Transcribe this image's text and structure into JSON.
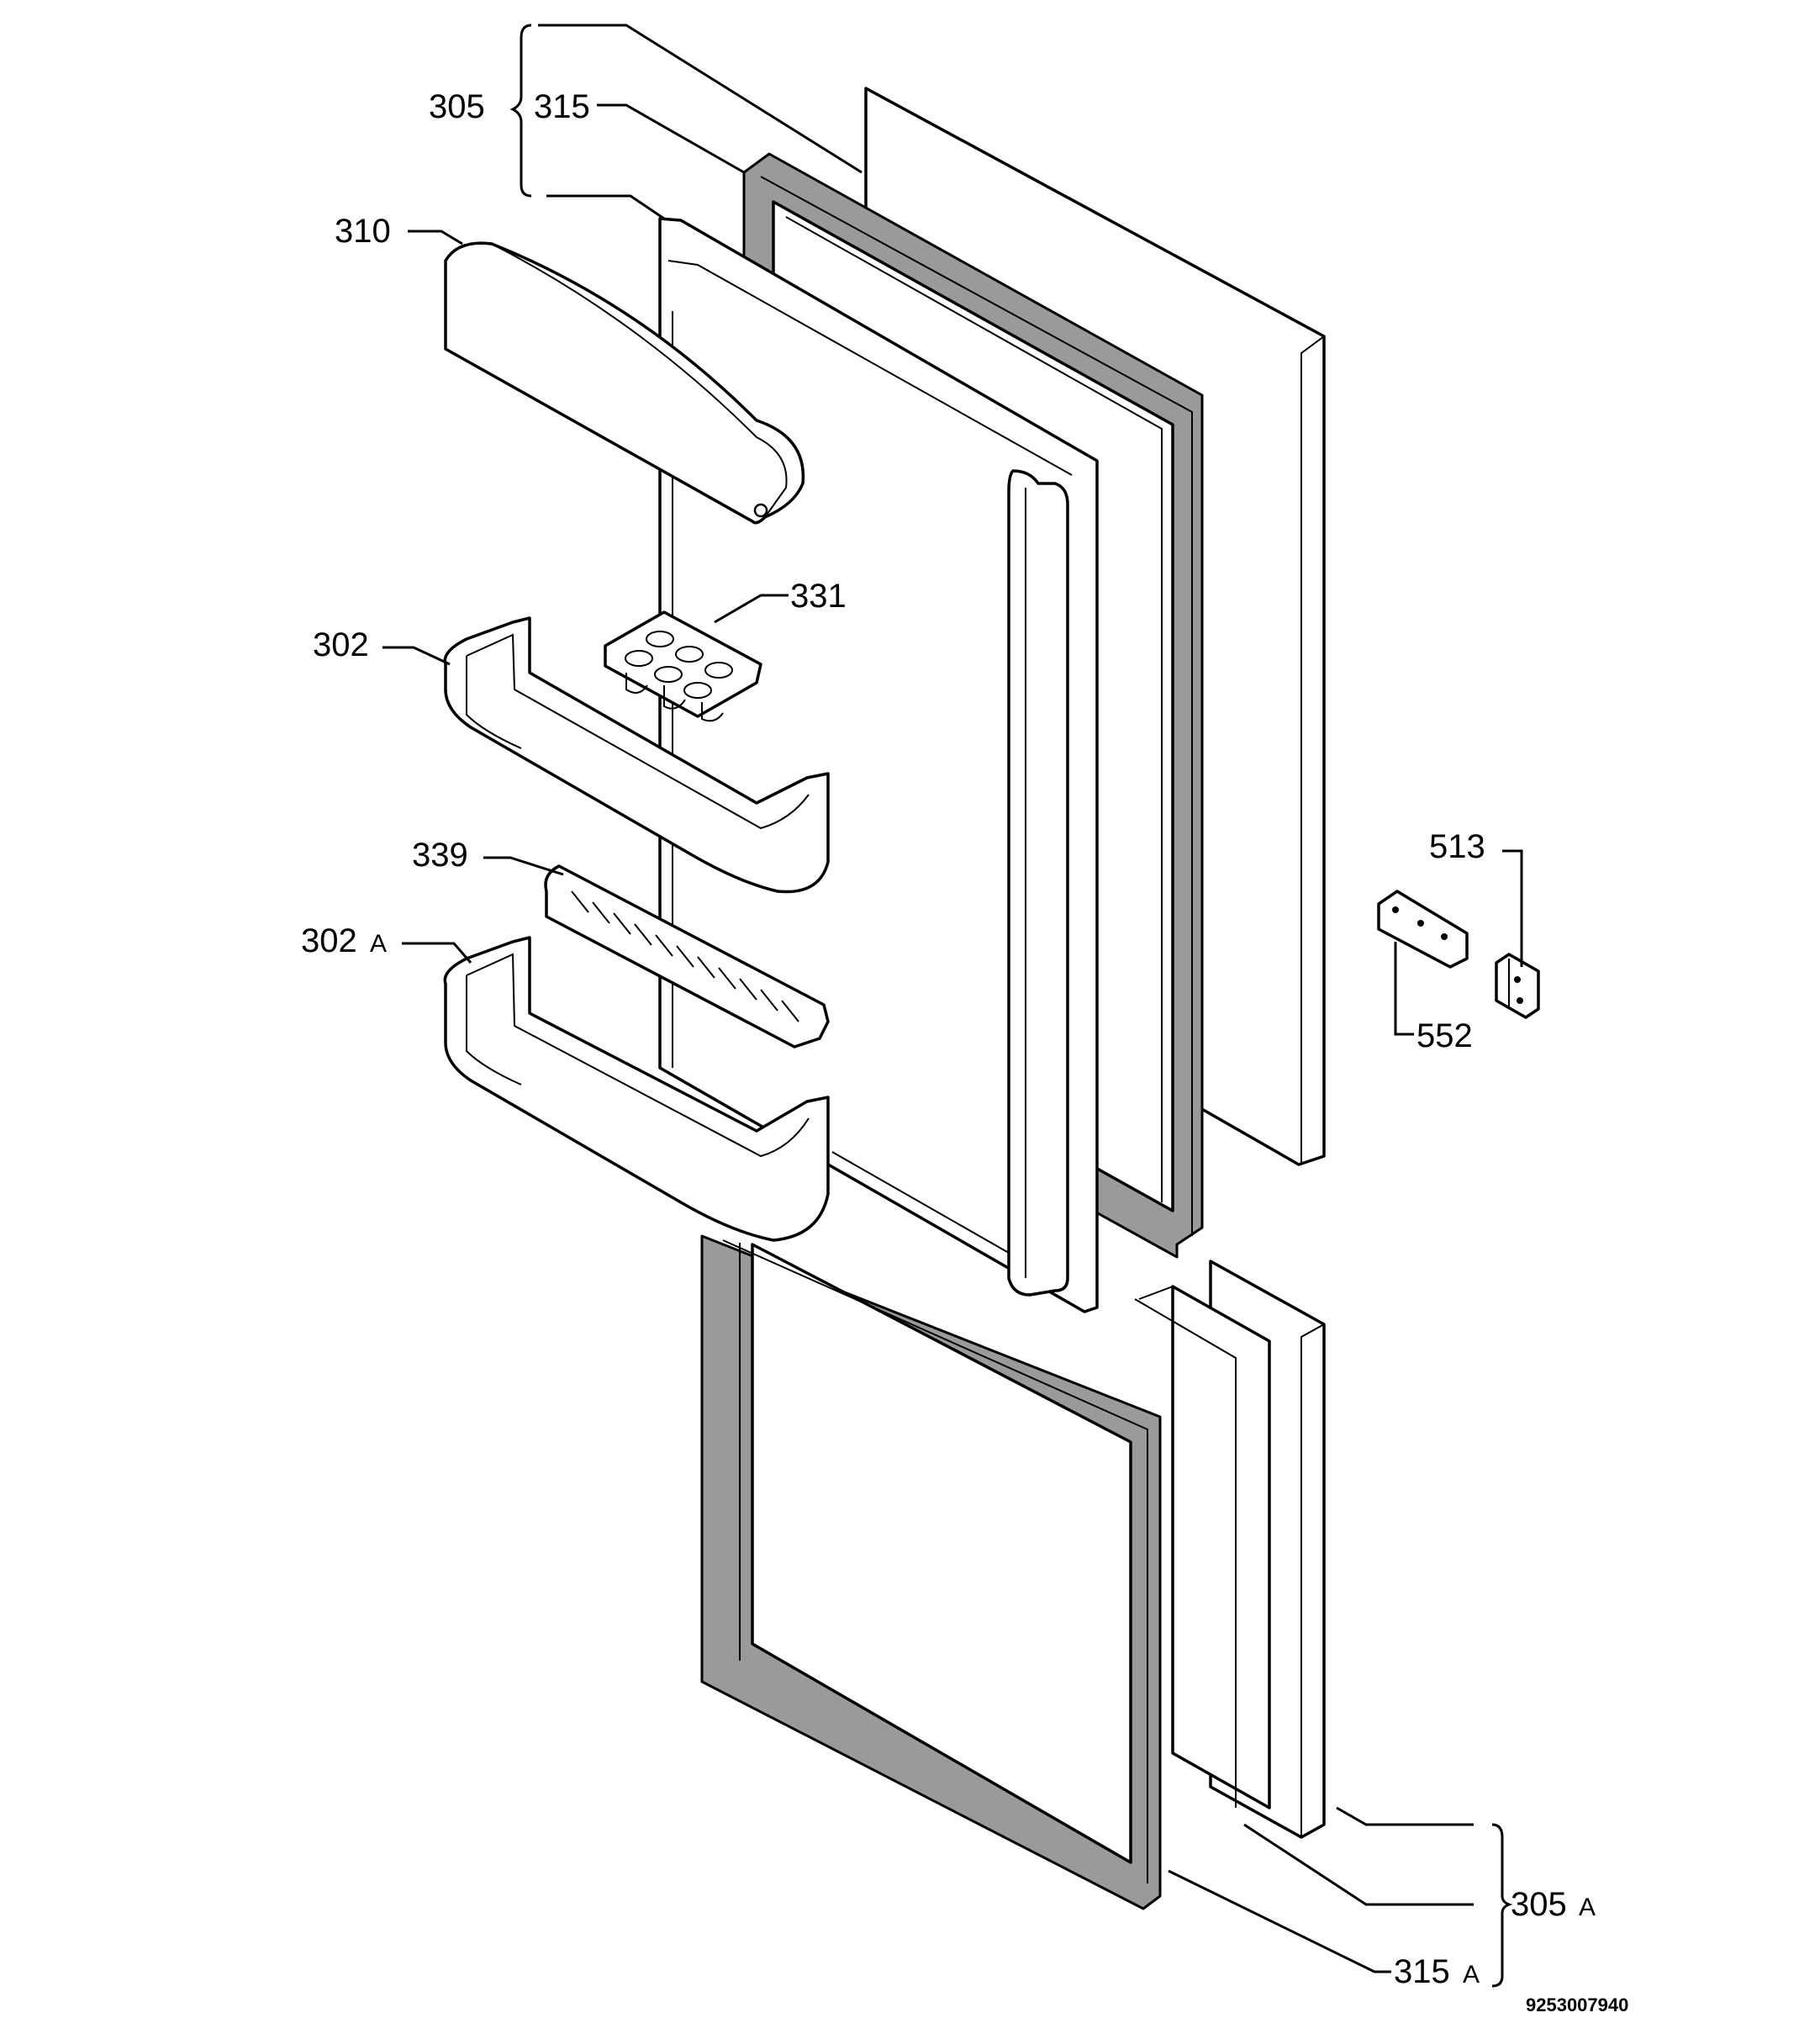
{
  "diagram": {
    "callouts": [
      {
        "id": "c305",
        "number": "305",
        "suffix": ""
      },
      {
        "id": "c315",
        "number": "315",
        "suffix": ""
      },
      {
        "id": "c310",
        "number": "310",
        "suffix": ""
      },
      {
        "id": "c331",
        "number": "331",
        "suffix": ""
      },
      {
        "id": "c302",
        "number": "302",
        "suffix": ""
      },
      {
        "id": "c339",
        "number": "339",
        "suffix": ""
      },
      {
        "id": "c302A",
        "number": "302",
        "suffix": "A"
      },
      {
        "id": "c513",
        "number": "513",
        "suffix": ""
      },
      {
        "id": "c552",
        "number": "552",
        "suffix": ""
      },
      {
        "id": "c305A",
        "number": "305",
        "suffix": "A"
      },
      {
        "id": "c315A",
        "number": "315",
        "suffix": "A"
      }
    ],
    "document_number": "9253007940"
  }
}
